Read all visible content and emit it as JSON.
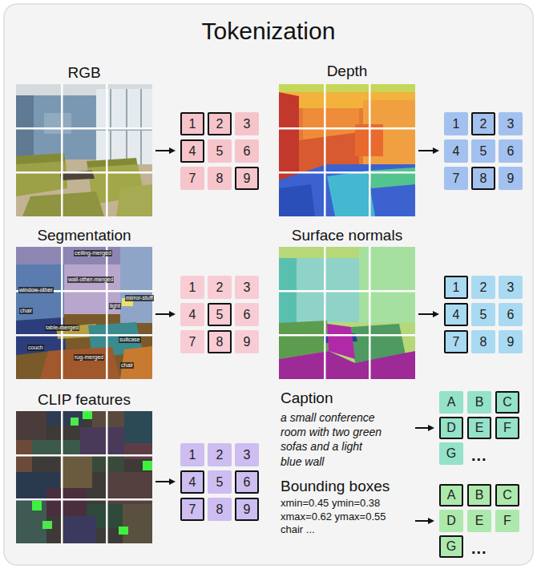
{
  "diagram": {
    "title": "Tokenization",
    "nodes": [
      {
        "text": [
          "1"
        ]
      },
      {
        "text": [
          "2"
        ]
      },
      {
        "text": [
          "3"
        ]
      },
      {
        "text": [
          "4"
        ]
      },
      {
        "text": [
          "5"
        ]
      },
      {
        "text": [
          "6"
        ]
      },
      {
        "text": [
          "7"
        ]
      },
      {
        "text": [
          "8"
        ]
      },
      {
        "text": [
          "9"
        ]
      },
      {
        "text": [
          "1"
        ]
      },
      {
        "text": [
          "2"
        ]
      },
      {
        "text": [
          "3"
        ]
      },
      {
        "text": [
          "4"
        ]
      },
      {
        "text": [
          "5"
        ]
      },
      {
        "text": [
          "6"
        ]
      },
      {
        "text": [
          "7"
        ]
      },
      {
        "text": [
          "8"
        ]
      },
      {
        "text": [
          "9"
        ]
      },
      {
        "text": [
          "1"
        ]
      },
      {
        "text": [
          "2"
        ]
      },
      {
        "text": [
          "3"
        ]
      },
      {
        "text": [
          "4"
        ]
      },
      {
        "text": [
          "5"
        ]
      },
      {
        "text": [
          "6"
        ]
      },
      {
        "text": [
          "7"
        ]
      },
      {
        "text": [
          "8"
        ]
      },
      {
        "text": [
          "9"
        ]
      },
      {
        "text": [
          "1"
        ]
      },
      {
        "text": [
          "2"
        ]
      },
      {
        "text": [
          "3"
        ]
      },
      {
        "text": [
          "4"
        ]
      },
      {
        "text": [
          "5"
        ]
      },
      {
        "text": [
          "6"
        ]
      },
      {
        "text": [
          "7"
        ]
      },
      {
        "text": [
          "8"
        ]
      },
      {
        "text": [
          "9"
        ]
      },
      {
        "text": [
          "1"
        ]
      },
      {
        "text": [
          "2"
        ]
      },
      {
        "text": [
          "3"
        ]
      },
      {
        "text": [
          "4"
        ]
      },
      {
        "text": [
          "5"
        ]
      },
      {
        "text": [
          "6"
        ]
      },
      {
        "text": [
          "7"
        ]
      },
      {
        "text": [
          "8"
        ]
      },
      {
        "text": [
          "9"
        ]
      },
      {
        "text": [
          "A"
        ]
      },
      {
        "text": [
          "B"
        ]
      },
      {
        "text": [
          "C"
        ]
      },
      {
        "text": [
          "D"
        ]
      },
      {
        "text": [
          "E"
        ]
      },
      {
        "text": [
          "F"
        ]
      },
      {
        "text": [
          "G"
        ]
      },
      {
        "text": [
          "A"
        ]
      },
      {
        "text": [
          "B"
        ]
      },
      {
        "text": [
          "C"
        ]
      },
      {
        "text": [
          "D"
        ]
      },
      {
        "text": [
          "E"
        ]
      },
      {
        "text": [
          "F"
        ]
      },
      {
        "text": [
          "G"
        ]
      }
    ],
    "labels": [
      "RGB",
      "Depth",
      "Segmentation",
      "ceiling-merged",
      "wall-other-merged",
      "window-other",
      "light",
      "mirror-stuff",
      "chair",
      "table-merged",
      "couch",
      "rug-merged",
      "suitcase",
      "chair",
      "Surface normals",
      "CLIP features",
      "Caption",
      "a small conference room with two green sofas and a light blue wall",
      "...",
      "Bounding boxes",
      "xmin=0.45 ymin=0.38 xmax=0.62 ymax=0.55 chair ...",
      "..."
    ]
  }
}
